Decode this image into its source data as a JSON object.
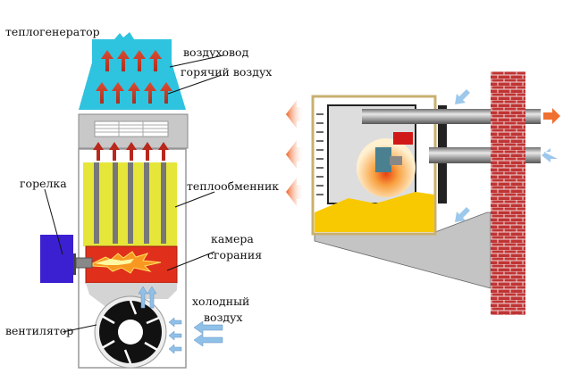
{
  "labels": {
    "heat_generator": "теплогенератор",
    "air_duct": "воздуховод",
    "hot_air": "горячий воздух",
    "burner": "горелка",
    "heat_exchanger": "теплообменник",
    "combustion_chamber_1": "камера",
    "combustion_chamber_2": "сгорания",
    "cold_air_1": "холодный",
    "cold_air_2": "воздух",
    "fan": "вентилятор"
  },
  "colors": {
    "duct": "#2ec3df",
    "heat_exchanger": "#e6e63a",
    "combustion_chamber": "#e0301c",
    "burner": "#3a20d0",
    "hot_air_arrow": "#d8402a",
    "cold_air_arrow": "#8fc0e8",
    "brick": "#c03434",
    "floor": "#f8c800"
  }
}
